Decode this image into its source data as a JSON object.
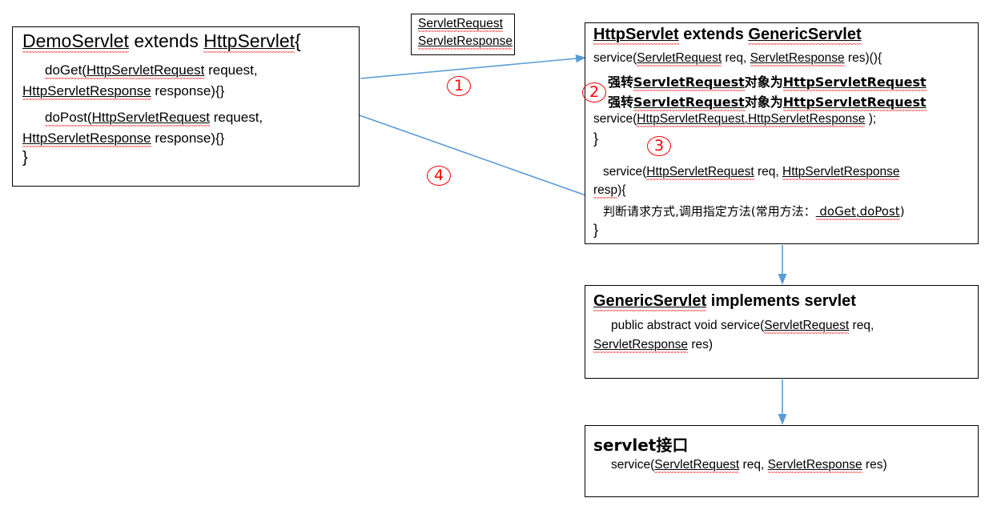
{
  "diagram": {
    "title": "Servlet inheritance / service() call flow",
    "colors": {
      "arrow": "#5B9BD5",
      "box_border": "#000000",
      "marker_red": "#FF0000",
      "text": "#000000"
    }
  },
  "demo_servlet": {
    "title_a": "DemoServlet",
    "title_b": " extends ",
    "title_c": "HttpServlet",
    "title_d": "{",
    "line1_a": "doGet(",
    "line1_b": "HttpServletRequest",
    "line1_c": " request,",
    "line2_a": "HttpServletResponse",
    "line2_b": " response){}",
    "line3_a": "doPost(",
    "line3_b": "HttpServletRequest",
    "line3_c": " request,",
    "line4_a": "HttpServletResponse",
    "line4_b": " response){}",
    "line5": "}"
  },
  "servlet_types": {
    "line1": "ServletRequest",
    "line2": "ServletResponse"
  },
  "http_servlet": {
    "title_a": "HttpServlet",
    "title_b": " extends ",
    "title_c": "GenericServlet",
    "line1_a": "service(",
    "line1_b": "ServletRequest",
    "line1_c": " req, ",
    "line1_d": "ServletResponse",
    "line1_e": " res)(){",
    "cn_line1_a": "强转",
    "cn_line1_b": "ServletRequest",
    "cn_line1_c": "对象为",
    "cn_line1_d": "HttpServletRequest",
    "cn_line2_a": "强转",
    "cn_line2_b": "ServletRequest",
    "cn_line2_c": "对象为",
    "cn_line2_d": "HttpServletRequest",
    "line2_a": "service(",
    "line2_b": "HttpServletRequest,HttpServletResponse",
    "line2_c": " );",
    "line3": "}",
    "line4_a": "service(",
    "line4_b": "HttpServletRequest",
    "line4_c": " req, ",
    "line4_d": "HttpServletResponse",
    "line5_a": "resp",
    "line5_b": "){",
    "cn_note_a": "判断请求方式,调用指定方法(常用方法：",
    "cn_note_b": " doGet,doPost",
    "cn_note_c": ")",
    "line6": "}"
  },
  "generic_servlet": {
    "title_a": "GenericServlet",
    "title_b": "  implements  servlet",
    "line1_a": "public abstract void service(",
    "line1_b": "ServletRequest",
    "line1_c": " req,",
    "line2_a": "ServletResponse",
    "line2_b": " res)"
  },
  "servlet_interface": {
    "title_a": "servlet",
    "title_b": "接口",
    "line1_a": "service(",
    "line1_b": "ServletRequest",
    "line1_c": " req, ",
    "line1_d": "ServletResponse",
    "line1_e": " res)"
  },
  "markers": {
    "one": "①",
    "two": "②",
    "three": "③",
    "four": "④",
    "one_digit": "1",
    "two_digit": "2",
    "three_digit": "3",
    "four_digit": "4"
  }
}
